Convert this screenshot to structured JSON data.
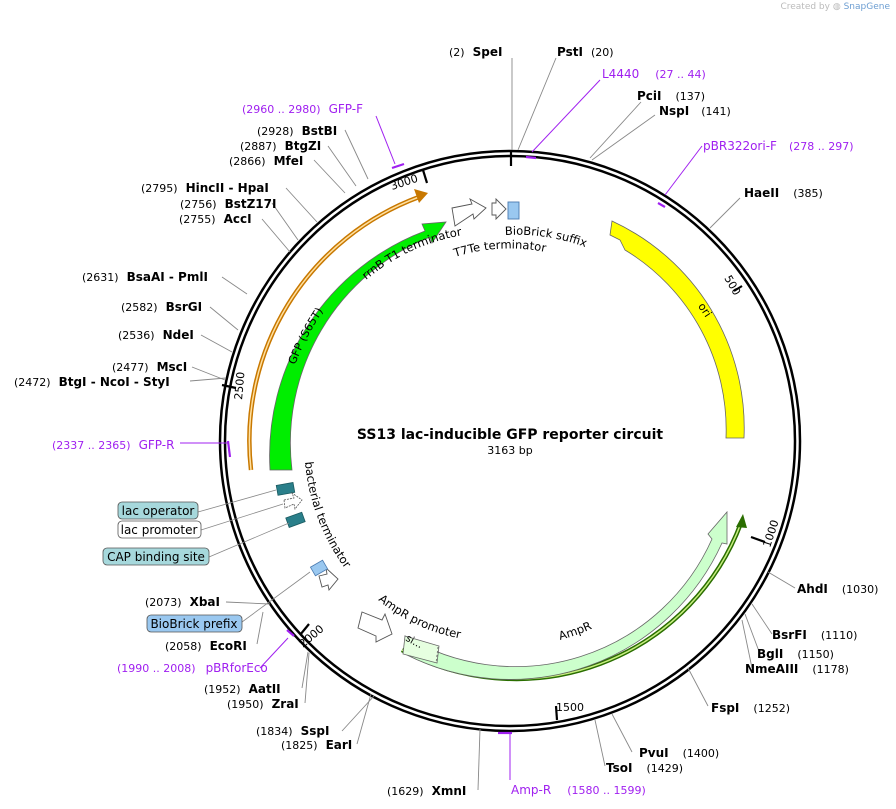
{
  "credit": {
    "created_by": "Created by",
    "brand": "SnapGene",
    "logo_icon": "snapgene-logo-icon"
  },
  "plasmid": {
    "name": "SS13 lac-inducible GFP reporter circuit",
    "length": "3163 bp"
  },
  "ticks": [
    {
      "label": "500"
    },
    {
      "label": "1000"
    },
    {
      "label": "1500"
    },
    {
      "label": "2000"
    },
    {
      "label": "2500"
    },
    {
      "label": "3000"
    }
  ],
  "sites": [
    {
      "pos": "(2)",
      "name": "SpeI"
    },
    {
      "name": "PstI",
      "pos": "(20)"
    },
    {
      "name": "PciI",
      "pos": "(137)"
    },
    {
      "name": "NspI",
      "pos": "(141)"
    },
    {
      "name": "HaeII",
      "pos": "(385)"
    },
    {
      "name": "AhdI",
      "pos": "(1030)"
    },
    {
      "name": "BsrFI",
      "pos": "(1110)"
    },
    {
      "name": "BglI",
      "pos": "(1150)"
    },
    {
      "name": "NmeAIII",
      "pos": "(1178)"
    },
    {
      "name": "FspI",
      "pos": "(1252)"
    },
    {
      "name": "PvuI",
      "pos": "(1400)"
    },
    {
      "name": "TsoI",
      "pos": "(1429)"
    },
    {
      "pos": "(1629)",
      "name": "XmnI"
    },
    {
      "pos": "(1834)",
      "name": "SspI"
    },
    {
      "pos": "(1825)",
      "name": "EarI"
    },
    {
      "pos": "(1952)",
      "name": "AatII"
    },
    {
      "pos": "(1950)",
      "name": "ZraI"
    },
    {
      "pos": "(2058)",
      "name": "EcoRI"
    },
    {
      "pos": "(2073)",
      "name": "XbaI"
    },
    {
      "pos": "(2477)",
      "name": "MscI"
    },
    {
      "pos": "(2472)",
      "name": "BtgI - NcoI - StyI"
    },
    {
      "pos": "(2536)",
      "name": "NdeI"
    },
    {
      "pos": "(2582)",
      "name": "BsrGI"
    },
    {
      "pos": "(2631)",
      "name": "BsaAI - PmlI"
    },
    {
      "pos": "(2755)",
      "name": "AccI"
    },
    {
      "pos": "(2756)",
      "name": "BstZ17I"
    },
    {
      "pos": "(2795)",
      "name": "HincII - HpaI"
    },
    {
      "pos": "(2866)",
      "name": "MfeI"
    },
    {
      "pos": "(2887)",
      "name": "BtgZI"
    },
    {
      "pos": "(2928)",
      "name": "BstBI"
    }
  ],
  "primers": [
    {
      "name": "L4440",
      "range": "(27 .. 44)"
    },
    {
      "name": "pBR322ori-F",
      "range": "(278 .. 297)"
    },
    {
      "name": "Amp-R",
      "range": "(1580 .. 1599)"
    },
    {
      "name": "pBRforEco",
      "range": "(1990 .. 2008)"
    },
    {
      "name": "GFP-R",
      "range": "(2337 .. 2365)"
    },
    {
      "name": "GFP-F",
      "range": "(2960 .. 2980)"
    }
  ],
  "features": {
    "ori": "ori",
    "ampr": "AmpR",
    "ampr_signal": "si...",
    "ampr_promoter": "AmpR promoter",
    "gfp": "GFP (S65T)",
    "rrnb": "rrnB T1 terminator",
    "t7te": "T7Te terminator",
    "biobrick_suffix": "BioBrick suffix",
    "bacterial_terminator": "bacterial terminator",
    "lac_operator": "lac operator",
    "lac_promoter": "lac promoter",
    "cap_site": "CAP binding site",
    "biobrick_prefix": "BioBrick prefix"
  },
  "colors": {
    "primer": "#a020f0",
    "ori": "#ffff00",
    "gfp": "#00ee00",
    "ampr": "#ccffcc",
    "orf_gfp": "#c87800",
    "orf_amp": "#2a6e00",
    "lac_operator": "#2a7f8a",
    "biobrick": "#9ac8f0"
  }
}
